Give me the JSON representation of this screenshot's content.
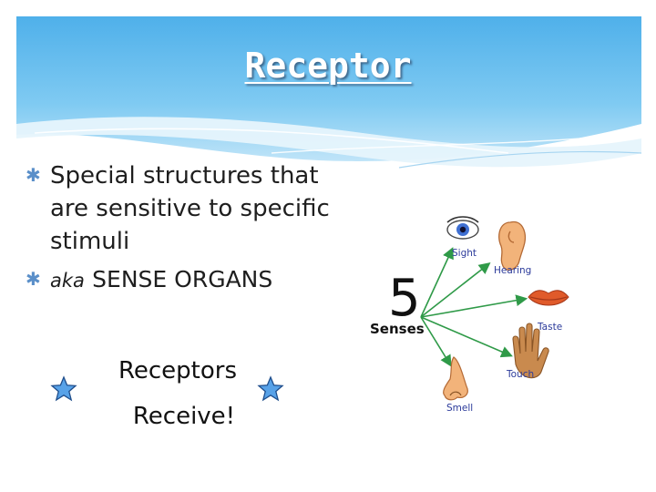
{
  "slide": {
    "title": "Receptor",
    "bullets": [
      {
        "text": "Special structures that are sensitive to specific stimuli"
      },
      {
        "prefix": "aka",
        "text": "SENSE ORGANS"
      }
    ],
    "receptors_line1": "Receptors",
    "receptors_line2": "Receive!"
  },
  "senses_graphic": {
    "number": "5",
    "word": "Senses",
    "labels": {
      "sight": "Sight",
      "hearing": "Hearing",
      "taste": "Taste",
      "touch": "Touch",
      "smell": "Smell"
    }
  },
  "colors": {
    "banner_sky": "#5fb8ec",
    "banner_light": "#d9eefa",
    "bullet_accent": "#5a8fc9",
    "star_fill": "#58a2e8",
    "arrow_green": "#2f9a48",
    "label_blue": "#2b3a9a"
  },
  "icons": {
    "bullet": "asterisk-bullet-icon",
    "star": "star-icon",
    "sight": "eye-icon",
    "hearing": "ear-icon",
    "taste": "lips-icon",
    "touch": "hand-icon",
    "smell": "nose-icon"
  }
}
